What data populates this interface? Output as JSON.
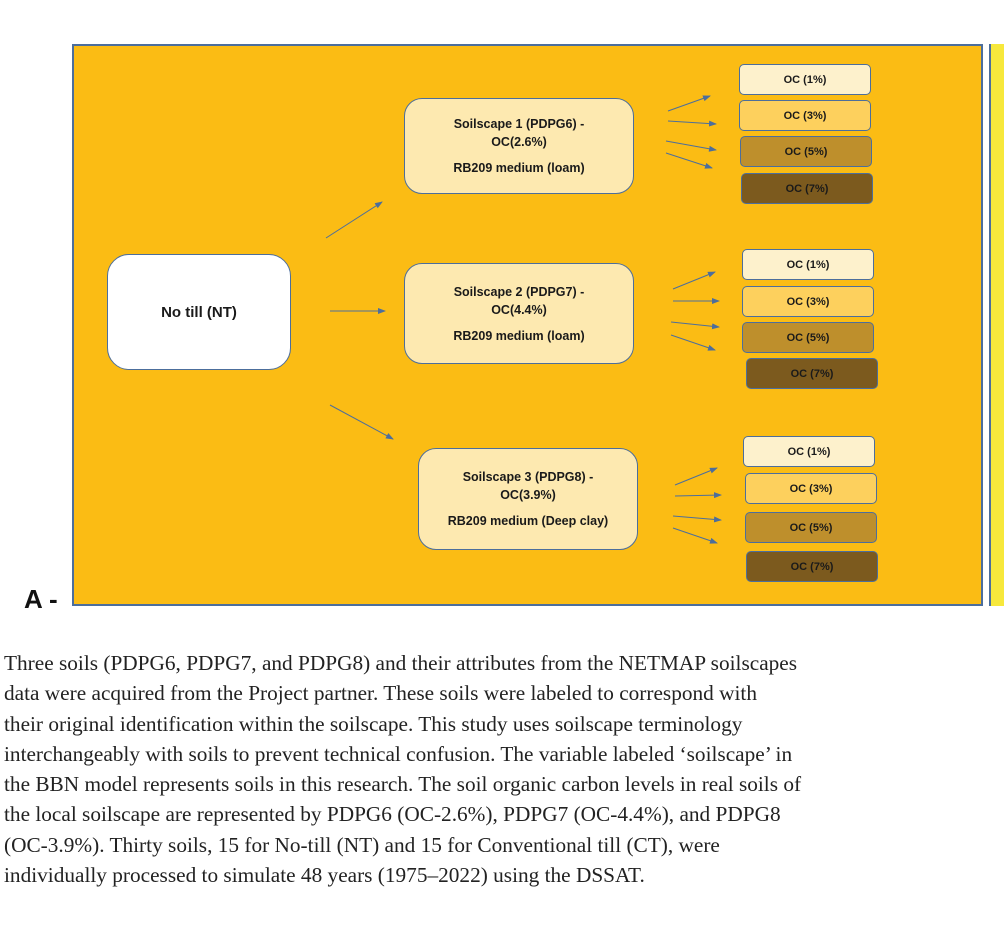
{
  "panel_label": "A -",
  "colors": {
    "panel_fill": "#fbbc14",
    "panel_border": "#4c6e9c",
    "side_strip": "#f7e83c",
    "soil_box": "#fde9b0",
    "oc1": "#fdf1cc",
    "oc3": "#fdd05d",
    "oc5": "#be8f2c",
    "oc7": "#7c5a1e",
    "arrow": "#4c6e9c"
  },
  "root": {
    "label": "No till (NT)"
  },
  "soilscapes": [
    {
      "line1": "Soilscape 1 (PDPG6) -",
      "line2": "OC(2.6%)",
      "line3": "RB209 medium (loam)",
      "oc_levels": [
        "OC (1%)",
        "OC (3%)",
        "OC (5%)",
        "OC (7%)"
      ]
    },
    {
      "line1": "Soilscape 2  (PDPG7) -",
      "line2": "OC(4.4%)",
      "line3": "RB209 medium (loam)",
      "oc_levels": [
        "OC (1%)",
        "OC (3%)",
        "OC (5%)",
        "OC (7%)"
      ]
    },
    {
      "line1": "Soilscape 3  (PDPG8) -",
      "line2": "OC(3.9%)",
      "line3": "RB209 medium (Deep clay)",
      "oc_levels": [
        "OC (1%)",
        "OC (3%)",
        "OC (5%)",
        "OC (7%)"
      ]
    }
  ],
  "caption": [
    "Three soils (PDPG6, PDPG7, and PDPG8) and their attributes from the NETMAP soilscapes",
    "data were acquired from the Project partner. These soils were labeled to correspond with",
    "their original identification within the soilscape. This study uses soilscape terminology",
    "interchangeably with soils to prevent technical confusion. The variable labeled ‘soilscape’ in",
    "the BBN model represents soils in this research. The soil organic carbon levels in real soils of",
    "the local soilscape are represented by PDPG6 (OC-2.6%), PDPG7 (OC-4.4%), and PDPG8",
    "(OC-3.9%). Thirty soils, 15 for No-till (NT) and 15 for Conventional till (CT), were",
    "individually processed to simulate 48 years (1975–2022) using the DSSAT."
  ]
}
